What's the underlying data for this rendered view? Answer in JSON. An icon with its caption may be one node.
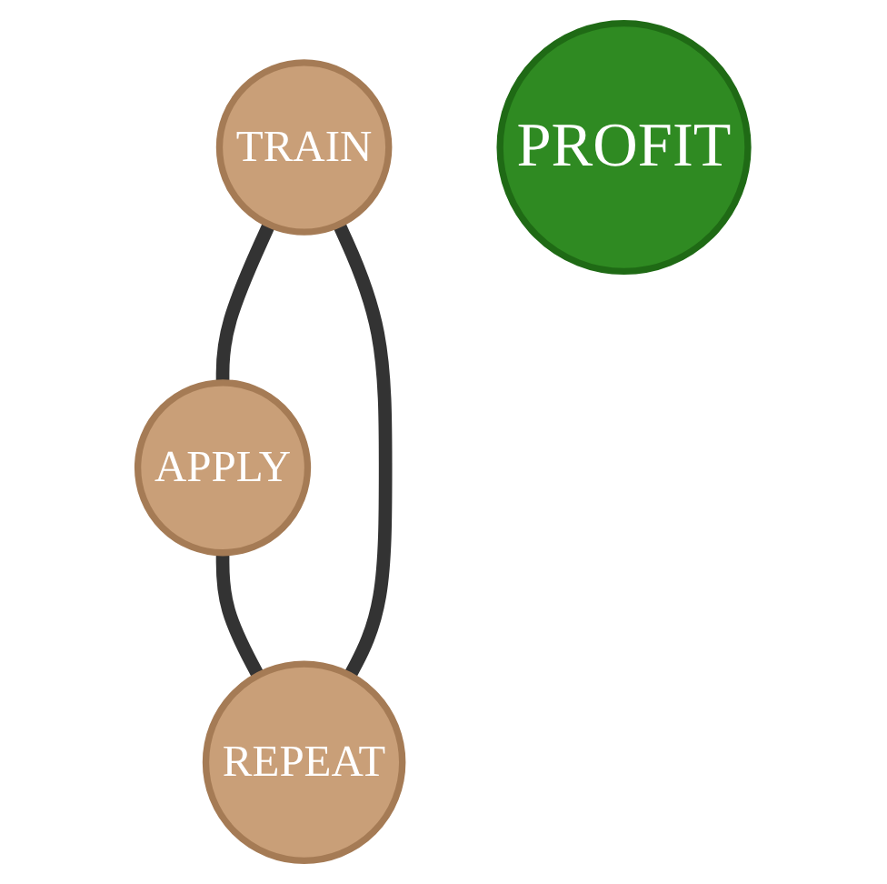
{
  "diagram": {
    "nodes": [
      {
        "text": [
          "TRAIN"
        ]
      },
      {
        "text": [
          "PROFIT"
        ]
      },
      {
        "text": [
          "REPEAT"
        ]
      },
      {
        "text": [
          "APPLY"
        ]
      }
    ],
    "edges": [
      {
        "from": 0,
        "to": 3,
        "arrow": "none"
      },
      {
        "from": 3,
        "to": 2,
        "arrow": "none"
      },
      {
        "from": 2,
        "to": 0,
        "arrow": "none"
      }
    ]
  }
}
